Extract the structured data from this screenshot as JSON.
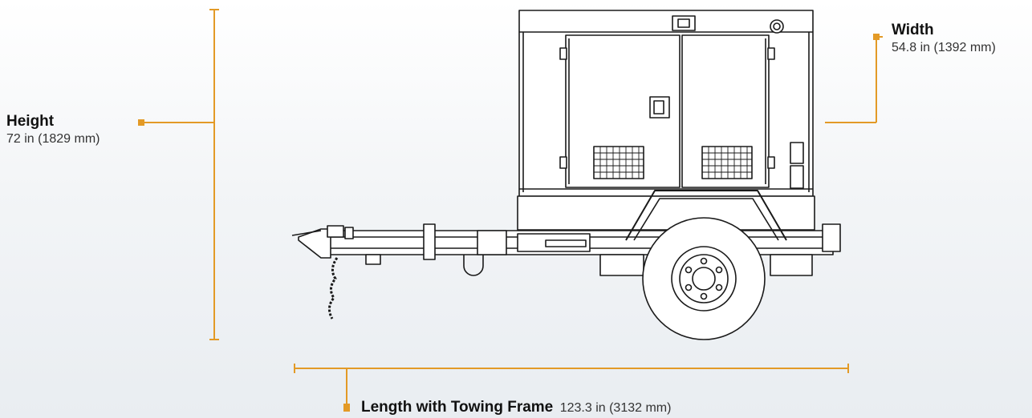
{
  "dimensions": {
    "height": {
      "title": "Height",
      "value": "72 in (1829 mm)"
    },
    "width": {
      "title": "Width",
      "value": "54.8 in (1392 mm)"
    },
    "length": {
      "title": "Length with Towing Frame",
      "value": "123.3 in (3132 mm)"
    }
  },
  "colors": {
    "accent": "#E39A26",
    "line_art": "#1a1a1a",
    "background": "#eef1f4"
  }
}
